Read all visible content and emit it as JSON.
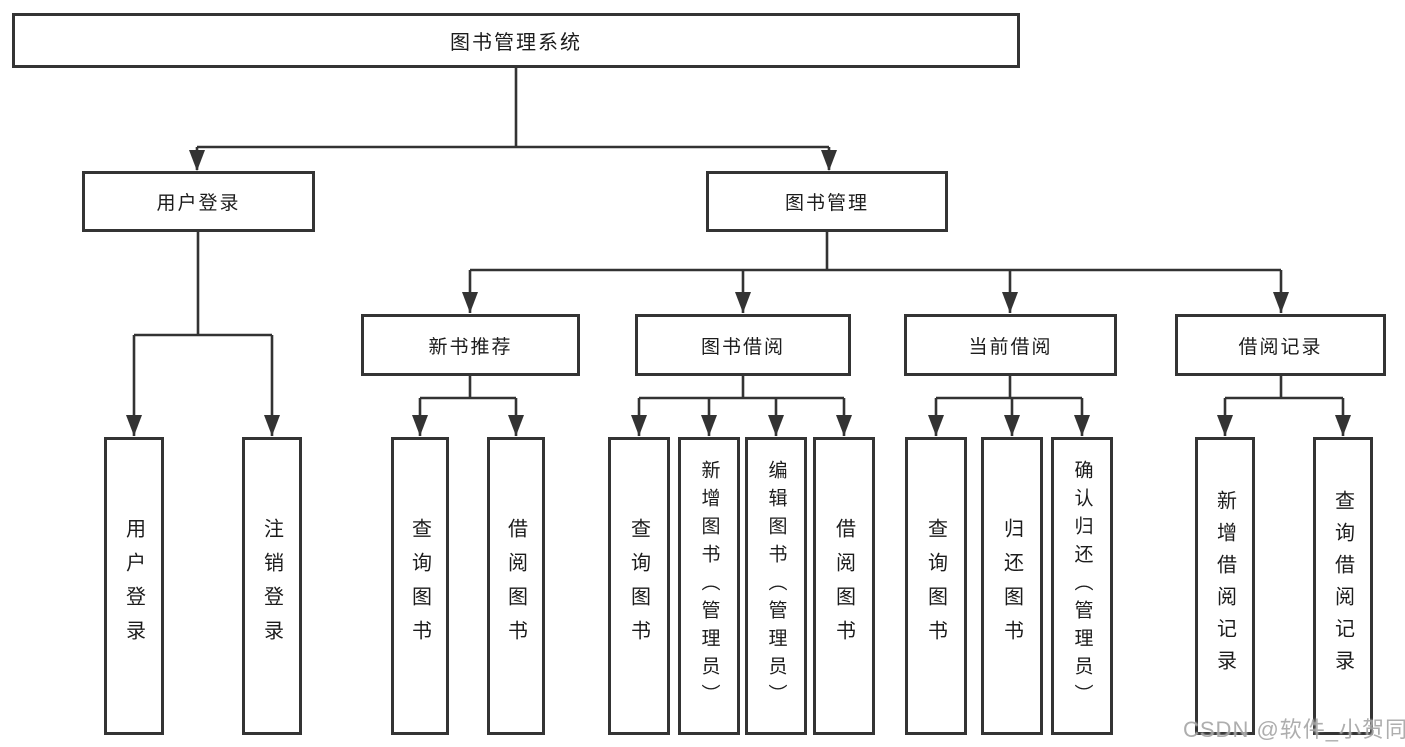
{
  "tree": {
    "label": "图书管理系统",
    "children": [
      {
        "label": "用户登录",
        "children": [
          {
            "label": "用户登录"
          },
          {
            "label": "注销登录"
          }
        ]
      },
      {
        "label": "图书管理",
        "children": [
          {
            "label": "新书推荐",
            "children": [
              {
                "label": "查询图书"
              },
              {
                "label": "借阅图书"
              }
            ]
          },
          {
            "label": "图书借阅",
            "children": [
              {
                "label": "查询图书"
              },
              {
                "label": "新增图书（管理员）"
              },
              {
                "label": "编辑图书（管理员）"
              },
              {
                "label": "借阅图书"
              }
            ]
          },
          {
            "label": "当前借阅",
            "children": [
              {
                "label": "查询图书"
              },
              {
                "label": "归还图书"
              },
              {
                "label": "确认归还（管理员）"
              }
            ]
          },
          {
            "label": "借阅记录",
            "children": [
              {
                "label": "新增借阅记录"
              },
              {
                "label": "查询借阅记录"
              }
            ]
          }
        ]
      }
    ]
  },
  "watermark": {
    "text": "CSDN @软件_小贺同学",
    "color": "#a8a8a8"
  },
  "colors": {
    "line": "#333333",
    "box_border": "#343434",
    "text": "#1c1c1c",
    "background": "#ffffff"
  }
}
